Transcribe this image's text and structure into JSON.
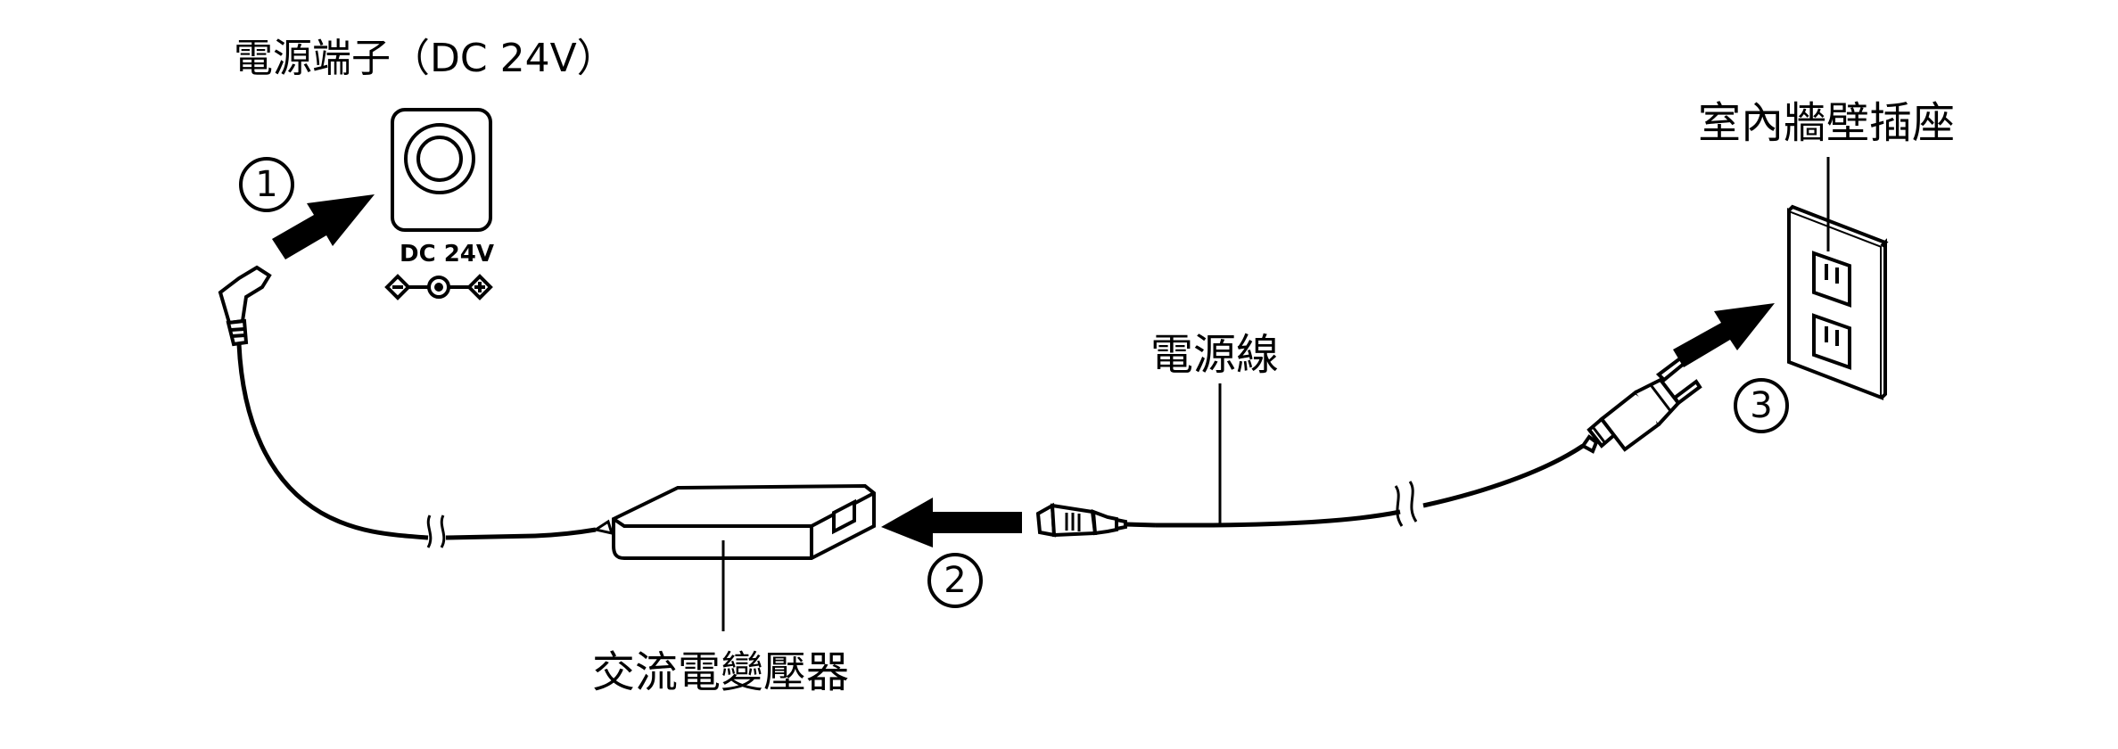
{
  "labels": {
    "dc_terminal": "電源端子（DC 24V）",
    "wall_outlet": "室內牆壁插座",
    "power_cord": "電源線",
    "ac_adapter": "交流電變壓器"
  },
  "jack_marking": "DC 24V",
  "steps": [
    "1",
    "2",
    "3"
  ],
  "colors": {
    "line": "#000000",
    "background": "#ffffff"
  }
}
